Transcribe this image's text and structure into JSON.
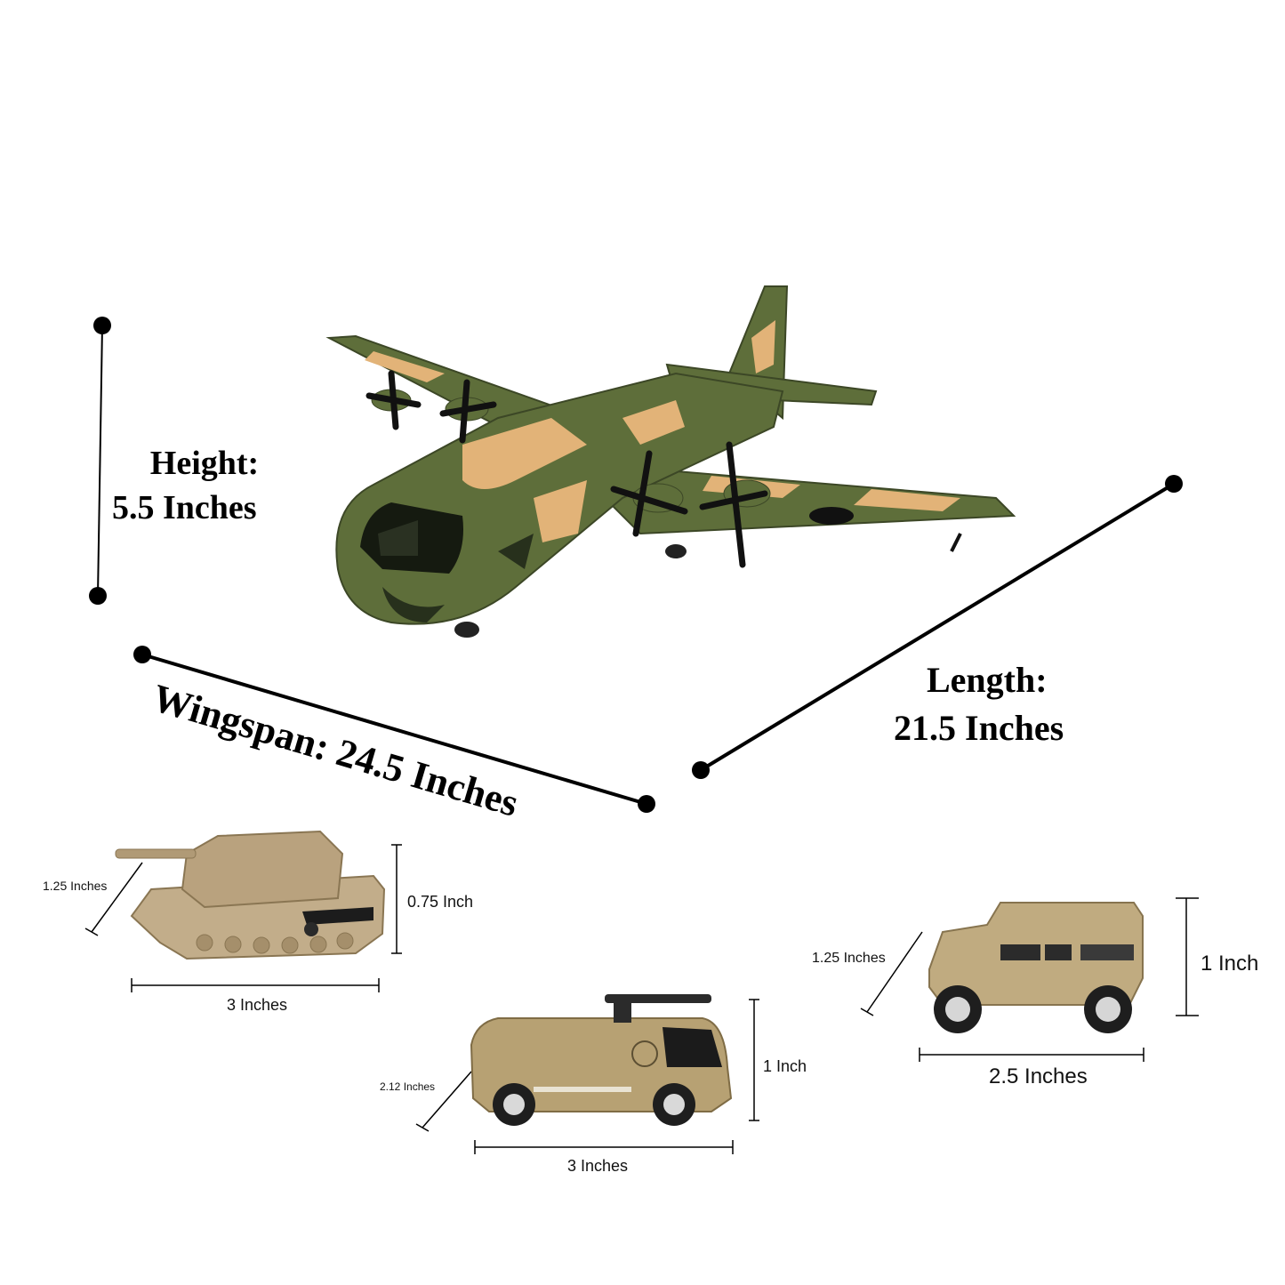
{
  "airplane": {
    "height_label": "Height:",
    "height_value": "5.5 Inches",
    "wingspan_label": "Wingspan: 24.5 Inches",
    "length_label": "Length:",
    "length_value": "21.5 Inches",
    "colors": {
      "green": "#5e6e3a",
      "tan": "#e2b378",
      "dark": "#27301c"
    }
  },
  "tank": {
    "depth": "1.25 Inches",
    "height": "0.75 Inch",
    "width": "3 Inches",
    "color": "#c2ad8a"
  },
  "truck": {
    "depth": "2.12 Inches",
    "height": "1 Inch",
    "width": "3 Inches",
    "color": "#b7a173"
  },
  "humvee": {
    "depth": "1.25 Inches",
    "height": "1 Inch",
    "width": "2.5 Inches",
    "color": "#c0ab80"
  }
}
